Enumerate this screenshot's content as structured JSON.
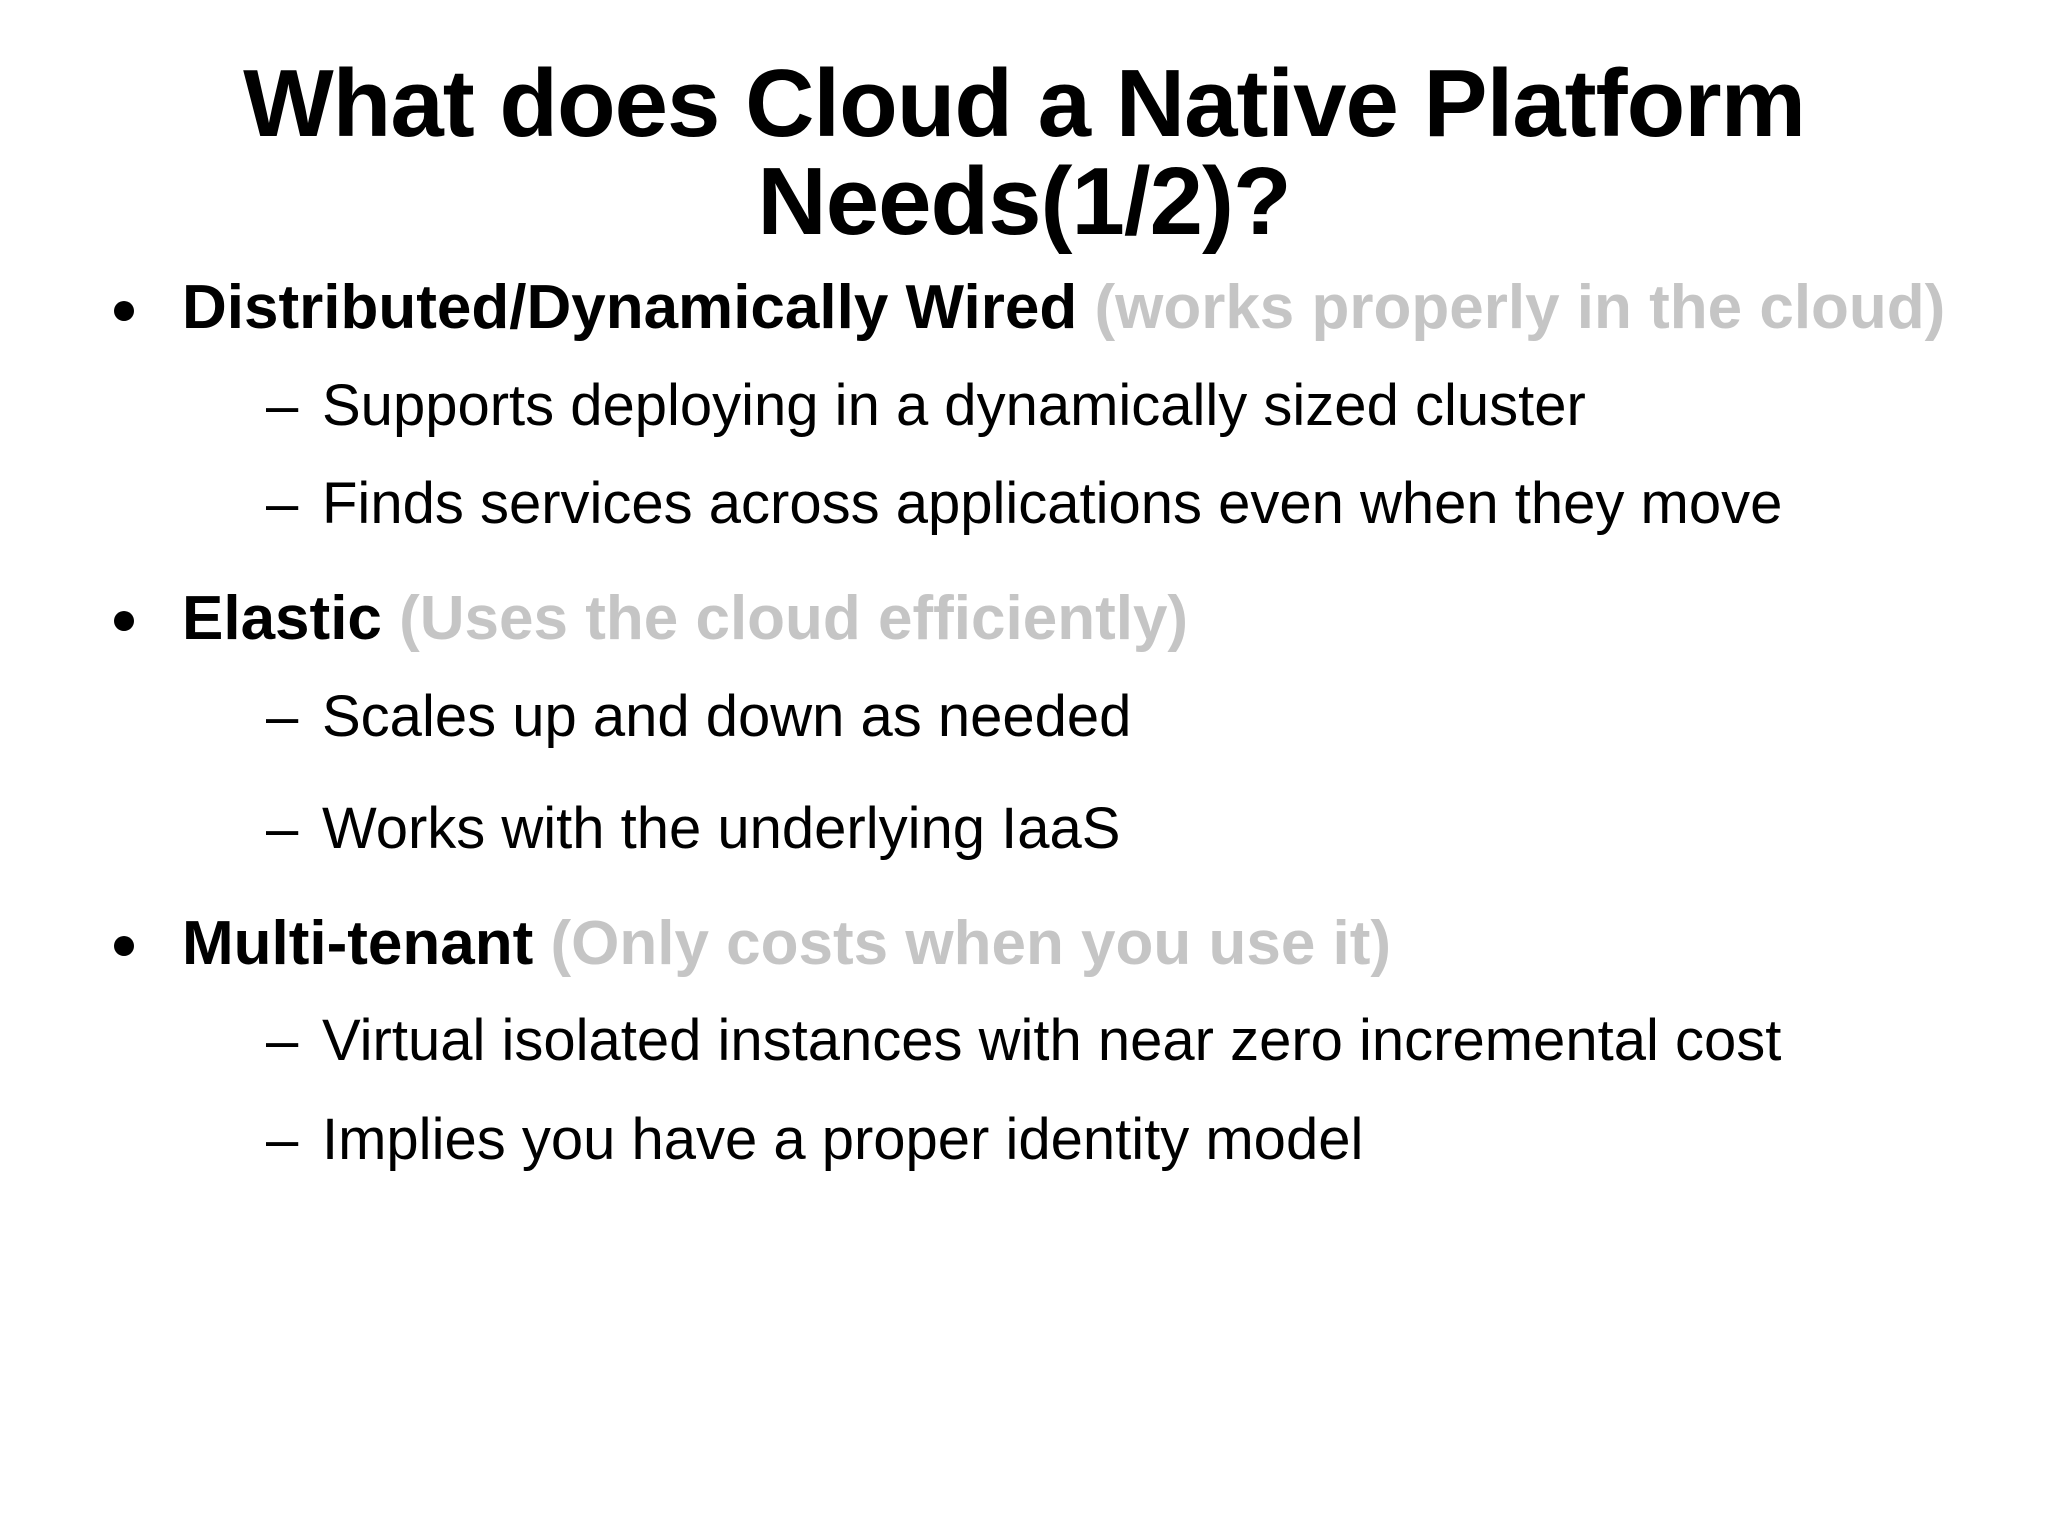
{
  "slide": {
    "title": "What does Cloud a Native Platform Needs(1/2)?",
    "background_color": "#ffffff",
    "text_color": "#000000",
    "muted_color": "#c5c5c5",
    "bullets": [
      {
        "marker": "bullet-dot",
        "text": "Distributed/Dynamically Wired",
        "note": "(works properly in the cloud)",
        "sub": [
          {
            "marker": "en-dash",
            "text": "Supports deploying in a dynamically sized cluster"
          },
          {
            "marker": "en-dash",
            "text": "Finds services across applications even when they move"
          }
        ]
      },
      {
        "marker": "bullet-dot",
        "text": "Elastic",
        "note": "(Uses the cloud efficiently)",
        "sub": [
          {
            "marker": "en-dash",
            "text": "Scales up and down as needed"
          },
          {
            "marker": "en-dash",
            "text": "Works with the underlying IaaS"
          }
        ]
      },
      {
        "marker": "bullet-dot",
        "text": "Multi-tenant",
        "note": "(Only costs when you use it)",
        "sub": [
          {
            "marker": "en-dash",
            "text": "Virtual isolated instances with near zero incremental cost"
          },
          {
            "marker": "en-dash",
            "text": "Implies you have a proper identity model"
          }
        ]
      }
    ],
    "dash_glyph": "–"
  }
}
